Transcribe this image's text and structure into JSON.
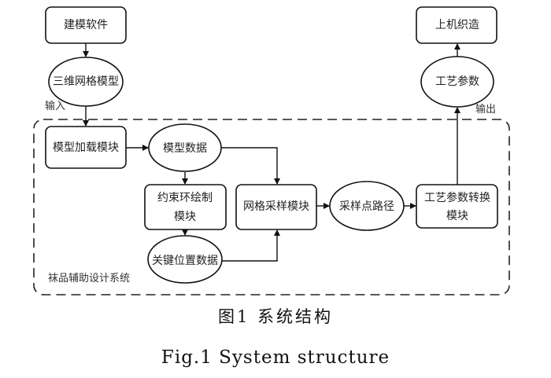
{
  "diagram": {
    "nodes": {
      "modeling_software": "建模软件",
      "mesh_model_3d": "三维网格模型",
      "model_loading_module": "模型加载模块",
      "model_data": "模型数据",
      "constraint_ring_module_line1": "约束环绘制",
      "constraint_ring_module_line2": "模块",
      "key_position_data": "关键位置数据",
      "mesh_sampling_module": "网格采样模块",
      "sampling_path": "采样点路径",
      "process_param_module_line1": "工艺参数转换",
      "process_param_module_line2": "模块",
      "process_params": "工艺参数",
      "machine_weaving": "上机织造"
    },
    "labels": {
      "input": "输入",
      "output": "输出",
      "system_name": "袜品辅助设计系统"
    },
    "edges": [
      {
        "from": "建模软件",
        "to": "三维网格模型"
      },
      {
        "from": "三维网格模型",
        "to": "模型加载模块"
      },
      {
        "from": "模型加载模块",
        "to": "模型数据"
      },
      {
        "from": "模型数据",
        "to": "约束环绘制模块"
      },
      {
        "from": "模型数据",
        "to": "网格采样模块"
      },
      {
        "from": "约束环绘制模块",
        "to": "关键位置数据"
      },
      {
        "from": "关键位置数据",
        "to": "网格采样模块"
      },
      {
        "from": "网格采样模块",
        "to": "采样点路径"
      },
      {
        "from": "采样点路径",
        "to": "工艺参数转换模块"
      },
      {
        "from": "工艺参数转换模块",
        "to": "工艺参数"
      },
      {
        "from": "工艺参数",
        "to": "上机织造"
      }
    ]
  },
  "caption": {
    "cn": "图1 系统结构",
    "en": "Fig.1 System structure"
  }
}
